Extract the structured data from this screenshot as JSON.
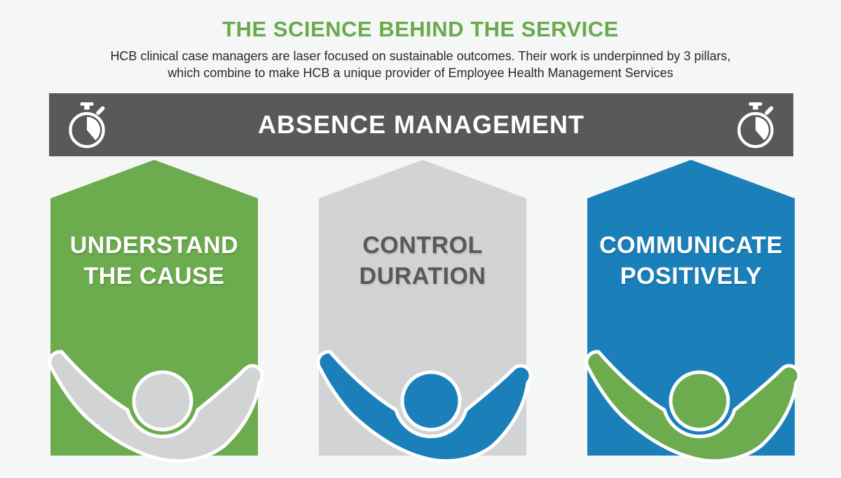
{
  "page": {
    "bg": "#f5f6f6"
  },
  "header": {
    "title": "THE SCIENCE BEHIND THE SERVICE",
    "title_color": "#6aaa4c",
    "subtitle_line1": "HCB clinical case managers are laser focused on sustainable outcomes. Their work is underpinned by 3 pillars,",
    "subtitle_line2": "which combine to make HCB a unique provider of Employee Health Management Services",
    "subtitle_color": "#2b2829"
  },
  "banner": {
    "label": "ABSENCE MANAGEMENT",
    "bg": "#58595b",
    "icon": "stopwatch-icon",
    "icon_color": "#ffffff"
  },
  "pillars": [
    {
      "id": "understand-the-cause",
      "line1": "UNDERSTAND",
      "line2": "THE CAUSE",
      "shape_color": "#6cab4e",
      "figure_color": "#d2d3d5",
      "text_color": "#ffffff"
    },
    {
      "id": "control-duration",
      "line1": "CONTROL",
      "line2": "DURATION",
      "shape_color": "#d2d3d5",
      "figure_color": "#1b80ba",
      "text_color": "#58595b"
    },
    {
      "id": "communicate-positively",
      "line1": "COMMUNICATE",
      "line2": "POSITIVELY",
      "shape_color": "#1b80ba",
      "figure_color": "#6cab4e",
      "text_color": "#ffffff"
    }
  ]
}
